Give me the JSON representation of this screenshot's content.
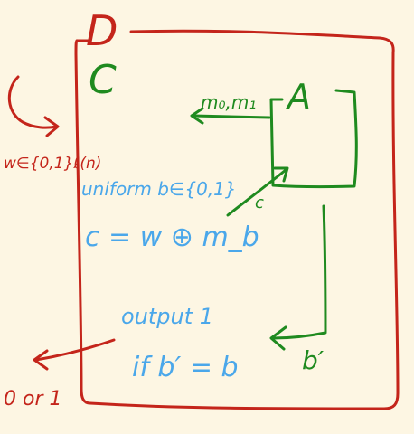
{
  "colors": {
    "background": "#fdf6e3",
    "red": "#c4251b",
    "green": "#1f8a1f",
    "blue": "#4aa7ea"
  },
  "labels": {
    "distinguisher_label": "D",
    "challenger_label": "C",
    "adversary_label": "A",
    "messages_label": "m₀,m₁",
    "challenge_label": "c",
    "guess_label": "b′",
    "key_sampling_label": "w∈{0,1}ℓ(n)",
    "uniform_bit_label": "uniform b∈{0,1}",
    "encryption_label": "c = w ⊕ m_b",
    "output_label_line1": "output 1",
    "output_label_line2": "if b′ = b",
    "result_label": "0 or 1"
  }
}
